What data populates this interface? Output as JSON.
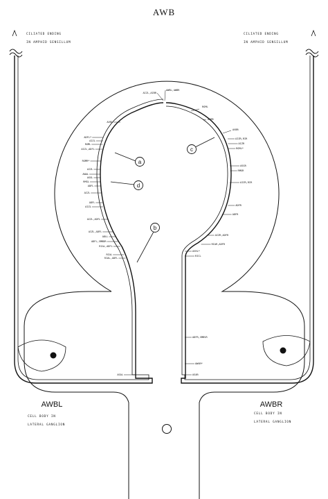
{
  "title": "AWB",
  "top_left_note": [
    "CILIATED  ENDING",
    "IN  AMPHID  SENSILLUM"
  ],
  "top_right_note": [
    "CILIATED  ENDING",
    "IN  AMPHID  SENSILLUM"
  ],
  "left_title": "AWBL",
  "right_title": "AWBR",
  "left_body_note": [
    "CELL  BODY  IN",
    "LATERAL  GANGLION"
  ],
  "right_body_note": [
    "CELL  BODY  IN",
    "LATERAL  GANGLION"
  ],
  "circle_markers": [
    "a",
    "b",
    "c",
    "d"
  ],
  "labels": {
    "top": [
      "AIZL,AIBR",
      "AWBL,AWBR"
    ],
    "top_right": [
      "RGML",
      "AVBR",
      "AVBR"
    ],
    "left": [
      "AVBL",
      "ADFL*",
      "AIZL",
      "RGML",
      "AIZL,ADFL",
      "RGMR*",
      "AIZL",
      "AWAL",
      "ASGL",
      "RMGL",
      "ADFL",
      "AIZL",
      "ADFL",
      "AIZL",
      "AIZL,ADFL",
      "AIZL,ADFL",
      "ADLL",
      "ADFL,SMBDR",
      "RIAL,ADFL",
      "RIAL",
      "RIAL,ADFL",
      "ASAL"
    ],
    "right": [
      "AIZR,RIR",
      "AIZR",
      "RGML*",
      "ASGR",
      "RMGR",
      "AIZR,RIR",
      "ADFR",
      "ADFR",
      "AIZR,ADFR",
      "RIAR,ADFR",
      "AVHL*",
      "RICL",
      "ADFR,SMBVR",
      "AWAR*",
      "ASAR"
    ]
  }
}
